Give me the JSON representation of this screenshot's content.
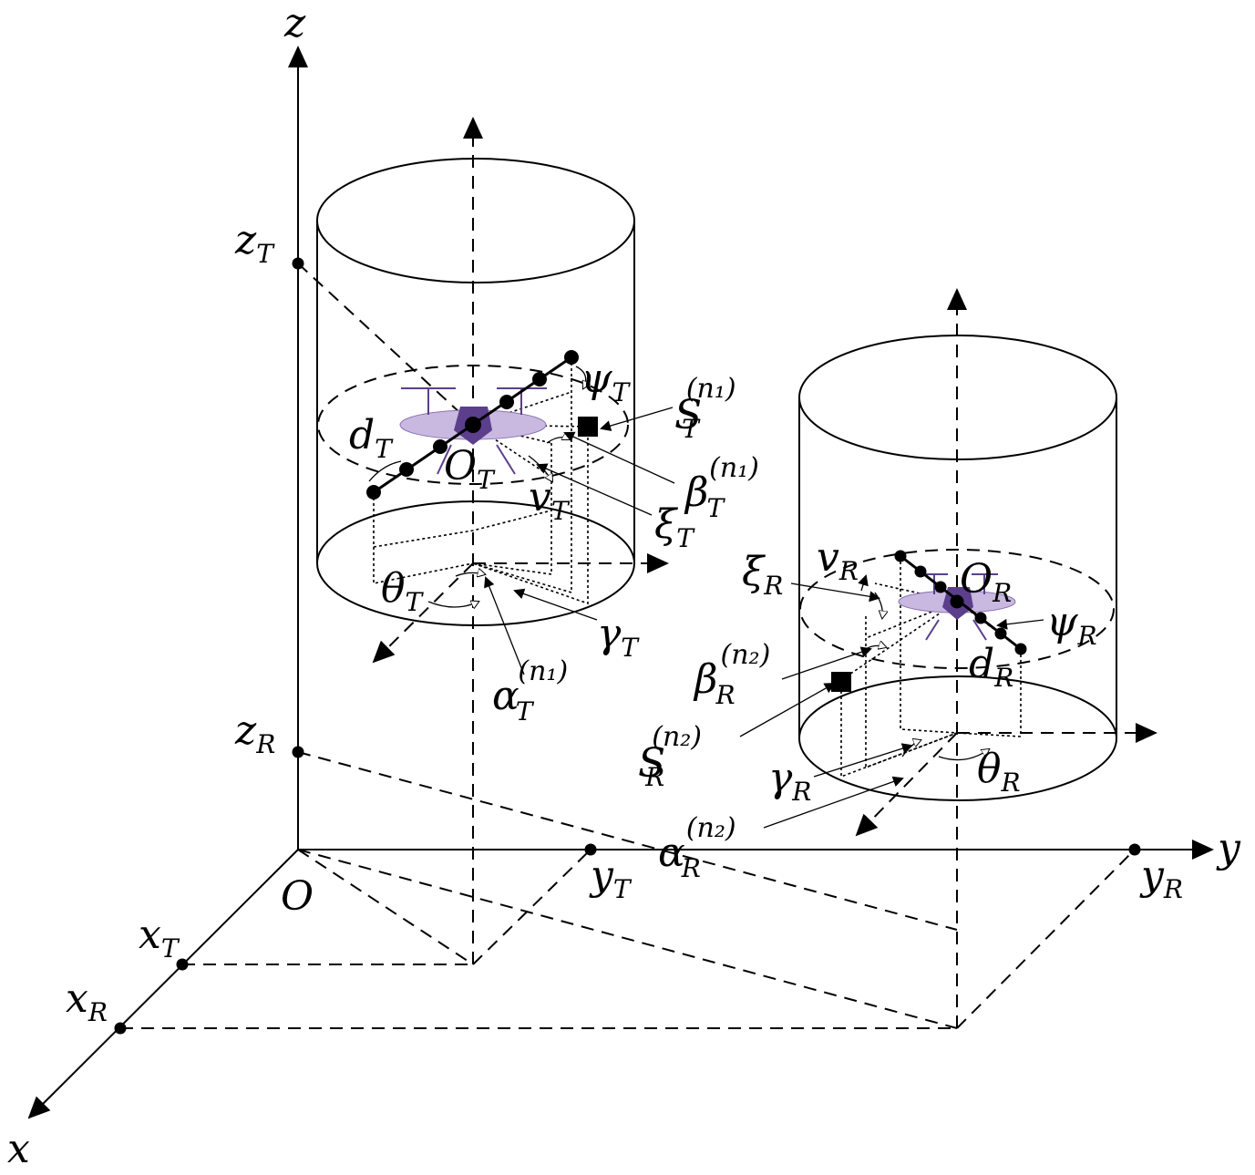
{
  "axes": {
    "x": "x",
    "y": "y",
    "z": "z",
    "origin": "O"
  },
  "ticks": {
    "z_T": {
      "base": "z",
      "sub": "T"
    },
    "z_R": {
      "base": "z",
      "sub": "R"
    },
    "y_T": {
      "base": "y",
      "sub": "T"
    },
    "y_R": {
      "base": "y",
      "sub": "R"
    },
    "x_T": {
      "base": "x",
      "sub": "T"
    },
    "x_R": {
      "base": "x",
      "sub": "R"
    }
  },
  "transmitter": {
    "center": {
      "base": "O",
      "sub": "T"
    },
    "psi": {
      "base": "ψ",
      "sub": "T"
    },
    "d": {
      "base": "d",
      "sub": "T"
    },
    "v": {
      "base": "v",
      "sub": "T"
    },
    "xi": {
      "base": "ξ",
      "sub": "T"
    },
    "theta": {
      "base": "θ",
      "sub": "T"
    },
    "gamma": {
      "base": "γ",
      "sub": "T"
    },
    "scatterer": {
      "base": "S",
      "sub": "T",
      "sup": "(n₁)"
    },
    "beta": {
      "base": "β",
      "sub": "T",
      "sup": "(n₁)"
    },
    "alpha": {
      "base": "α",
      "sub": "T",
      "sup": "(n₁)"
    }
  },
  "receiver": {
    "center": {
      "base": "O",
      "sub": "R"
    },
    "psi": {
      "base": "ψ",
      "sub": "R"
    },
    "d": {
      "base": "d",
      "sub": "R"
    },
    "v": {
      "base": "v",
      "sub": "R"
    },
    "xi": {
      "base": "ξ",
      "sub": "R"
    },
    "theta": {
      "base": "θ",
      "sub": "R"
    },
    "gamma": {
      "base": "γ",
      "sub": "R"
    },
    "scatterer": {
      "base": "S",
      "sub": "R",
      "sup": "(n₂)"
    },
    "beta": {
      "base": "β",
      "sub": "R",
      "sup": "(n₂)"
    },
    "alpha": {
      "base": "α",
      "sub": "R",
      "sup": "(n₂)"
    }
  },
  "colors": {
    "line": "#000000",
    "uav_body": "#5b3f8c",
    "uav_disc": "#c9b8e0"
  }
}
